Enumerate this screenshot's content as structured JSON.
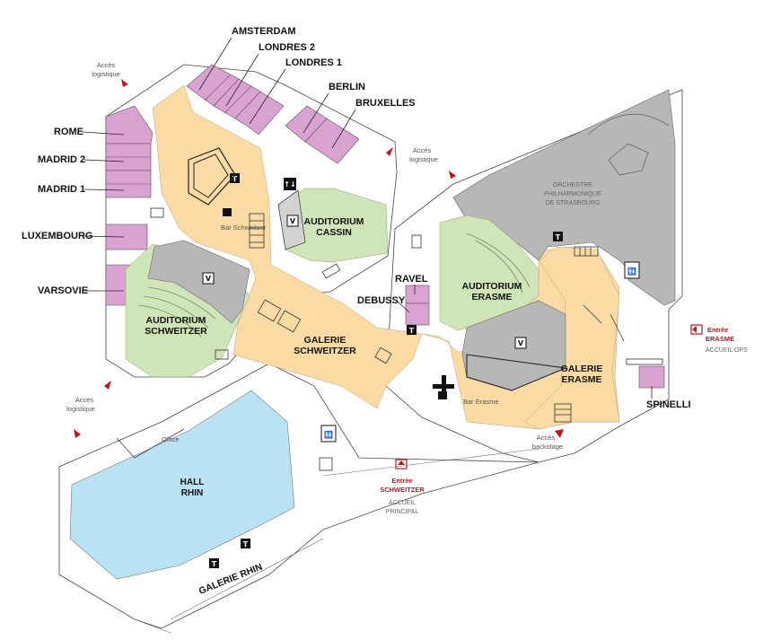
{
  "rooms": {
    "amsterdam": "AMSTERDAM",
    "londres2": "LONDRES 2",
    "londres1": "LONDRES 1",
    "berlin": "BERLIN",
    "bruxelles": "BRUXELLES",
    "rome": "ROME",
    "madrid2": "MADRID 2",
    "madrid1": "MADRID 1",
    "luxembourg": "LUXEMBOURG",
    "varsovie": "VARSOVIE",
    "ravel": "RAVEL",
    "debussy": "DEBUSSY",
    "spinelli": "SPINELLI"
  },
  "auditoriums": {
    "cassin_l1": "AUDITORIUM",
    "cassin_l2": "CASSIN",
    "schweitzer_l1": "AUDITORIUM",
    "schweitzer_l2": "SCHWEITZER",
    "erasme_l1": "AUDITORIUM",
    "erasme_l2": "ERASME"
  },
  "galleries": {
    "schweitzer_l1": "GALERIE",
    "schweitzer_l2": "SCHWEITZER",
    "erasme_l1": "GALERIE",
    "erasme_l2": "ERASME",
    "rhin": "GALERIE RHIN"
  },
  "hall": {
    "l1": "HALL",
    "l2": "RHIN"
  },
  "orchestra": {
    "l1": "ORCHESTRE",
    "l2": "PHILHARMONIQUE",
    "l3": "DE STRASBOURG"
  },
  "bars": {
    "schweitzer": "Bar Schweitzer",
    "erasme": "Bar Erasme"
  },
  "office": "Office",
  "logistics": {
    "l1": "Accès",
    "l2": "logistique"
  },
  "backstage": {
    "l1": "Accès",
    "l2": "backstage"
  },
  "entrances": {
    "schweitzer_l1": "Entrée",
    "schweitzer_l2": "SCHWEITZER",
    "schweitzer_sub1": "ACCUEIL",
    "schweitzer_sub2": "PRINCIPAL",
    "erasme_l1": "Entrée",
    "erasme_l2": "ERASME",
    "erasme_sub": "ACCUEIL OPS"
  },
  "icons": {
    "toilet": "T",
    "vip": "V",
    "elevator": "↑↓",
    "restroom": "🚻"
  },
  "colors": {
    "gallery": "#fbdba3",
    "room": "#d9a3d1",
    "auditorium": "#cfe5b7",
    "grey_area": "#b7b7b7",
    "hall": "#b9e2f4",
    "accent_red": "#c0141e"
  }
}
